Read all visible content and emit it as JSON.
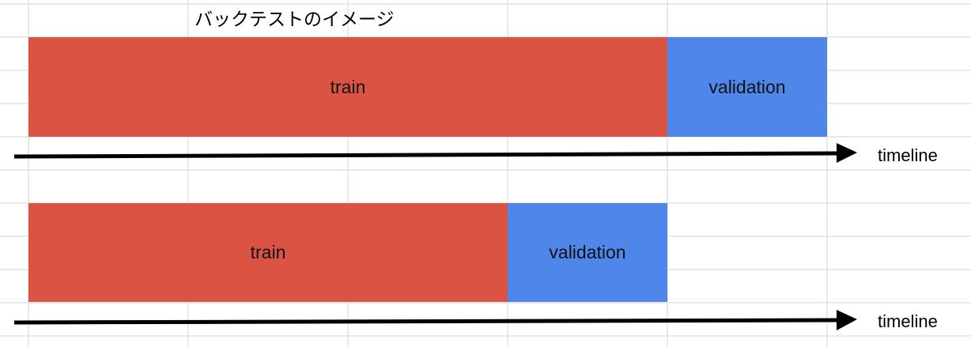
{
  "title": "バックテストのイメージ",
  "colors": {
    "train": "#db5343",
    "validation": "#4f86ea",
    "arrow": "#000000",
    "grid": "#e2e2e2"
  },
  "rows": [
    {
      "train_label": "train",
      "validation_label": "validation",
      "timeline_label": "timeline"
    },
    {
      "train_label": "train",
      "validation_label": "validation",
      "timeline_label": "timeline"
    }
  ]
}
